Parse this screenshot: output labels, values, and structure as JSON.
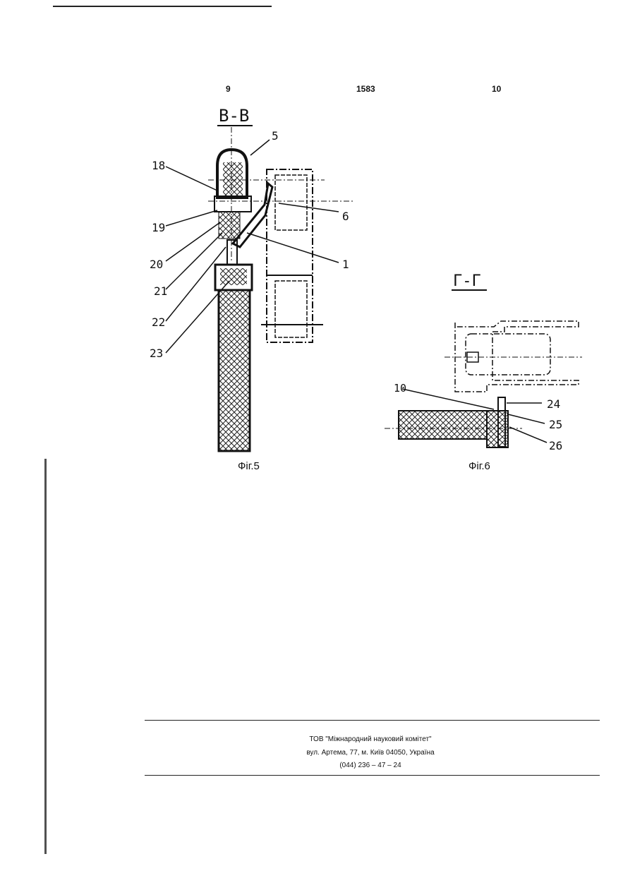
{
  "header": {
    "page_left": "9",
    "patent_number": "1583",
    "page_right": "10"
  },
  "figure5": {
    "section_label": "В-В",
    "caption": "Фіг.5",
    "callouts": [
      "5",
      "18",
      "6",
      "19",
      "1",
      "20",
      "21",
      "22",
      "23"
    ]
  },
  "figure6": {
    "section_label": "Г-Г",
    "caption": "Фіг.6",
    "callouts": [
      "10",
      "24",
      "25",
      "26"
    ]
  },
  "footer": {
    "org": "ТОВ \"Міжнародний науковий комітет\"",
    "address": "вул. Артема, 77, м. Київ 04050, Україна",
    "phone": "(044) 236 – 47 – 24"
  }
}
